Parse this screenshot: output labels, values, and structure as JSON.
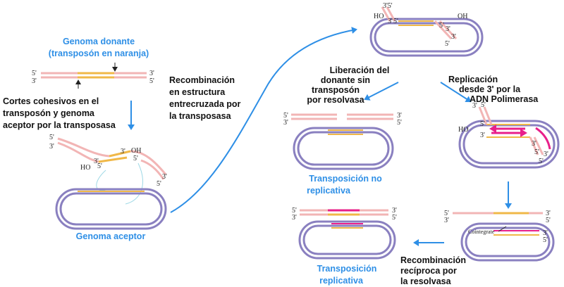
{
  "labels": {
    "donor_title_1": "Genoma donante",
    "donor_title_2": "(transposón en naranja)",
    "cuts_1": "Cortes cohesivos en el",
    "cuts_2": "transposón y genoma",
    "cuts_3": "aceptor por la transposasa",
    "acceptor": "Genoma aceptor",
    "recomb_1": "Recombinación",
    "recomb_2": "en estructura",
    "recomb_3": "entrecruzada por",
    "recomb_4": "la transposasa",
    "release_1": "Liberación del",
    "release_2": "donante sin",
    "release_3": "transposón",
    "release_4": "por resolvasa",
    "nonrep_1": "Transposición no",
    "nonrep_2": "replicativa",
    "rep_1": "Transposición",
    "rep_2": "replicativa",
    "replication_1": "Replicación",
    "replication_2": "desde 3' por la",
    "replication_3": "ADN Polimerasa",
    "reciprocal_1": "Recombinación",
    "reciprocal_2": "recíproca por",
    "reciprocal_3": "la resolvasa",
    "cointegrate": "Cointegrate"
  },
  "ends": {
    "five": "5'",
    "three": "3'",
    "three_five": "3'5'",
    "ho": "HO",
    "oh": "OH"
  },
  "colors": {
    "strand_pink": "#f2b5b5",
    "transposon": "#f0b848",
    "plasmid": "#8a80c0",
    "new_dna": "#e8208a",
    "arrow": "#2e8fe6"
  }
}
